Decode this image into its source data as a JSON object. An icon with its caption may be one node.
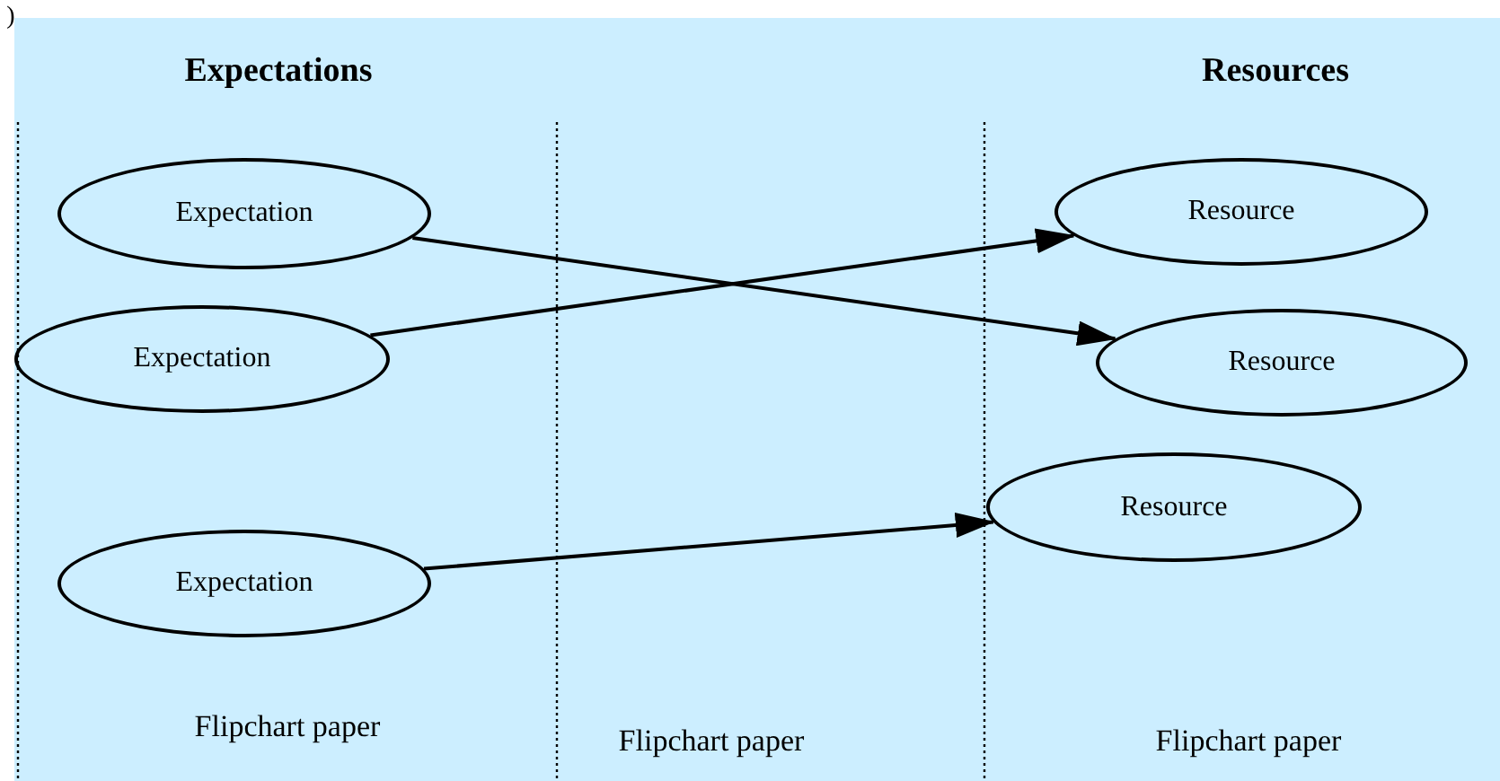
{
  "diagram": {
    "nodes": [
      {
        "text": [
          "Expectation"
        ]
      },
      {
        "text": [
          "Expectation"
        ]
      },
      {
        "text": [
          "Expectation"
        ]
      },
      {
        "text": [
          "Resource"
        ]
      },
      {
        "text": [
          "Resource"
        ]
      },
      {
        "text": [
          "Resource"
        ]
      }
    ],
    "edges": [
      {
        "from": 0,
        "to": 4,
        "arrow": "to"
      },
      {
        "from": 1,
        "to": 3,
        "arrow": "to"
      },
      {
        "from": 2,
        "to": 5,
        "arrow": "to"
      }
    ],
    "labels": [
      ")",
      "Expectations",
      "Resources",
      "Flipchart paper",
      "Flipchart paper",
      "Flipchart paper"
    ]
  }
}
